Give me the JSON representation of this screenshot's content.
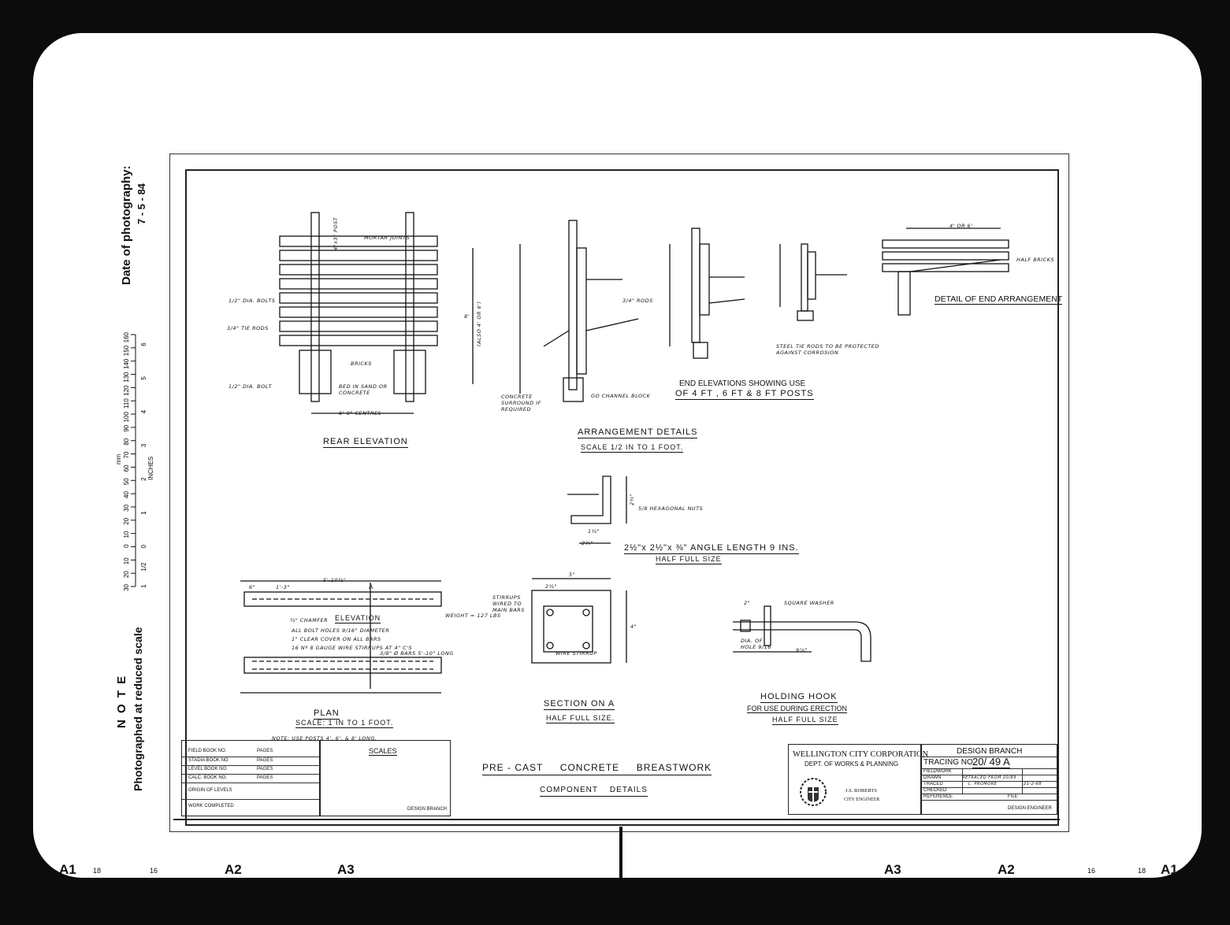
{
  "side": {
    "date_label": "Date of photography:",
    "date_value": "7 - 5 - 84",
    "ruler_mm_label": "mm",
    "ruler_inches_label": "INCHES",
    "ruler_mm_ticks": [
      "30",
      "20",
      "10",
      "0",
      "10",
      "20",
      "30",
      "40",
      "50",
      "60",
      "70",
      "80",
      "90",
      "100",
      "110",
      "120",
      "130",
      "140",
      "150",
      "160"
    ],
    "ruler_inch_ticks": [
      "1",
      "1/2",
      "0",
      "1",
      "2",
      "3",
      "4",
      "5",
      "6"
    ],
    "note_title": "N O T E",
    "note_text": "Photographed at reduced scale"
  },
  "bottom_marks": [
    "A1",
    "18",
    "16",
    "A2",
    "A3",
    "A3",
    "A2",
    "16",
    "18",
    "A1"
  ],
  "drawing": {
    "rear_elevation": {
      "title": "REAR ELEVATION",
      "labels": [
        "1/2\" DIA. BOLTS",
        "3/4\" TIE RODS",
        "BRICKS",
        "1/2\" DIA. BOLT",
        "BED IN SAND OR CONCRETE",
        "6'-0\" CENTRES",
        "MORTAR JOINTS",
        "4\"x3\" POST",
        "(ALSO 4' OR 6')",
        "8'"
      ]
    },
    "arrangement": {
      "title": "ARRANGEMENT DETAILS",
      "scale": "SCALE 1/2 IN TO 1 FOOT.",
      "labels": [
        "CONCRETE SURROUND IF REQUIRED",
        "GO CHANNEL BLOCK",
        "3/4\" RODS",
        "STEEL TIE RODS TO BE PROTECTED AGAINST CORROSION",
        "HALF BRICKS",
        "4' OR 6'"
      ]
    },
    "end_elevations": {
      "title_line1": "END ELEVATIONS  SHOWING  USE",
      "title_line2": "OF  4 FT , 6 FT & 8 FT POSTS"
    },
    "end_arrangement": {
      "title": "DETAIL OF END ARRANGEMENT"
    },
    "angle": {
      "title": "2½\"x 2½\"x ⅜\" ANGLE  LENGTH  9 INS.",
      "scale": "HALF  FULL  SIZE",
      "labels": [
        "5/8 HEXAGONAL NUTS",
        "1½\"",
        "2¼\"",
        "2½\""
      ]
    },
    "plan": {
      "elevation_label": "ELEVATION",
      "title": "PLAN",
      "scale": "SCALE: 1 IN TO 1 FOOT.",
      "note": "NOTE:  USE  POSTS  4', 6', & 8' LONG.",
      "labels": [
        "5'-10½\"",
        "6\"",
        "1'-3\"",
        "A",
        "½\" CHAMFER",
        "WEIGHT = 127 LBS",
        "ALL BOLT HOLES 9/16\" DIAMETER",
        "1\" CLEAR COVER ON ALL BARS",
        "16 Nº 8 GAUGE WIRE STIRRUPS AT 4\" C'S",
        "3/8\" Ø BARS 5'-10\" LONG"
      ]
    },
    "section": {
      "title": "SECTION  ON  A",
      "scale": "HALF  FULL  SIZE.",
      "labels": [
        "5\"",
        "2½\"",
        "STIRRUPS WIRED TO MAIN BARS",
        "WIRE STIRRUP",
        "4\""
      ]
    },
    "hook": {
      "title": "HOLDING   HOOK",
      "subtitle": "FOR  USE  DURING  ERECTION",
      "scale": "HALF  FULL  SIZE",
      "labels": [
        "SQUARE WASHER",
        "DIA. OF HOLE 9/16",
        "2\"",
        "9⅞\""
      ]
    }
  },
  "title_block": {
    "left_rows": [
      {
        "label": "FIELD BOOK NO.",
        "pages": "PAGES"
      },
      {
        "label": "STADIA BOOK NO",
        "pages": "PAGES"
      },
      {
        "label": "LEVEL BOOK NO.",
        "pages": "PAGES"
      },
      {
        "label": "CALC. BOOK NO.",
        "pages": "PAGES"
      }
    ],
    "origin_of_levels": "ORIGIN OF LEVELS",
    "work_completed": "WORK COMPLETED",
    "scales": "SCALES",
    "design_branch_small": "DESIGN BRANCH",
    "title": "PRE - CAST     CONCRETE     BREASTWORK",
    "subtitle": "COMPONENT    DETAILS",
    "org": "WELLINGTON CITY CORPORATION",
    "dept": "DEPT. OF WORKS & PLANNING",
    "engineer_name": "J.S. ROBERTS",
    "engineer_title": "CITY ENGINEER",
    "branch": "DESIGN BRANCH",
    "tracing_label": "TRACING NO.",
    "tracing_no": "20/ 49 A",
    "fields": [
      {
        "label": "FIELDWORK",
        "value": "",
        "date": ""
      },
      {
        "label": "DRAWN",
        "value": "RETRACED FROM 20/89",
        "date": ""
      },
      {
        "label": "TRACED",
        "value": "L. PROMORE",
        "date": "21-2-68"
      },
      {
        "label": "CHECKED",
        "value": "",
        "date": ""
      }
    ],
    "reference": "REFERENCE",
    "file": "FILE",
    "design_engineer": "DESIGN ENGINEER"
  }
}
